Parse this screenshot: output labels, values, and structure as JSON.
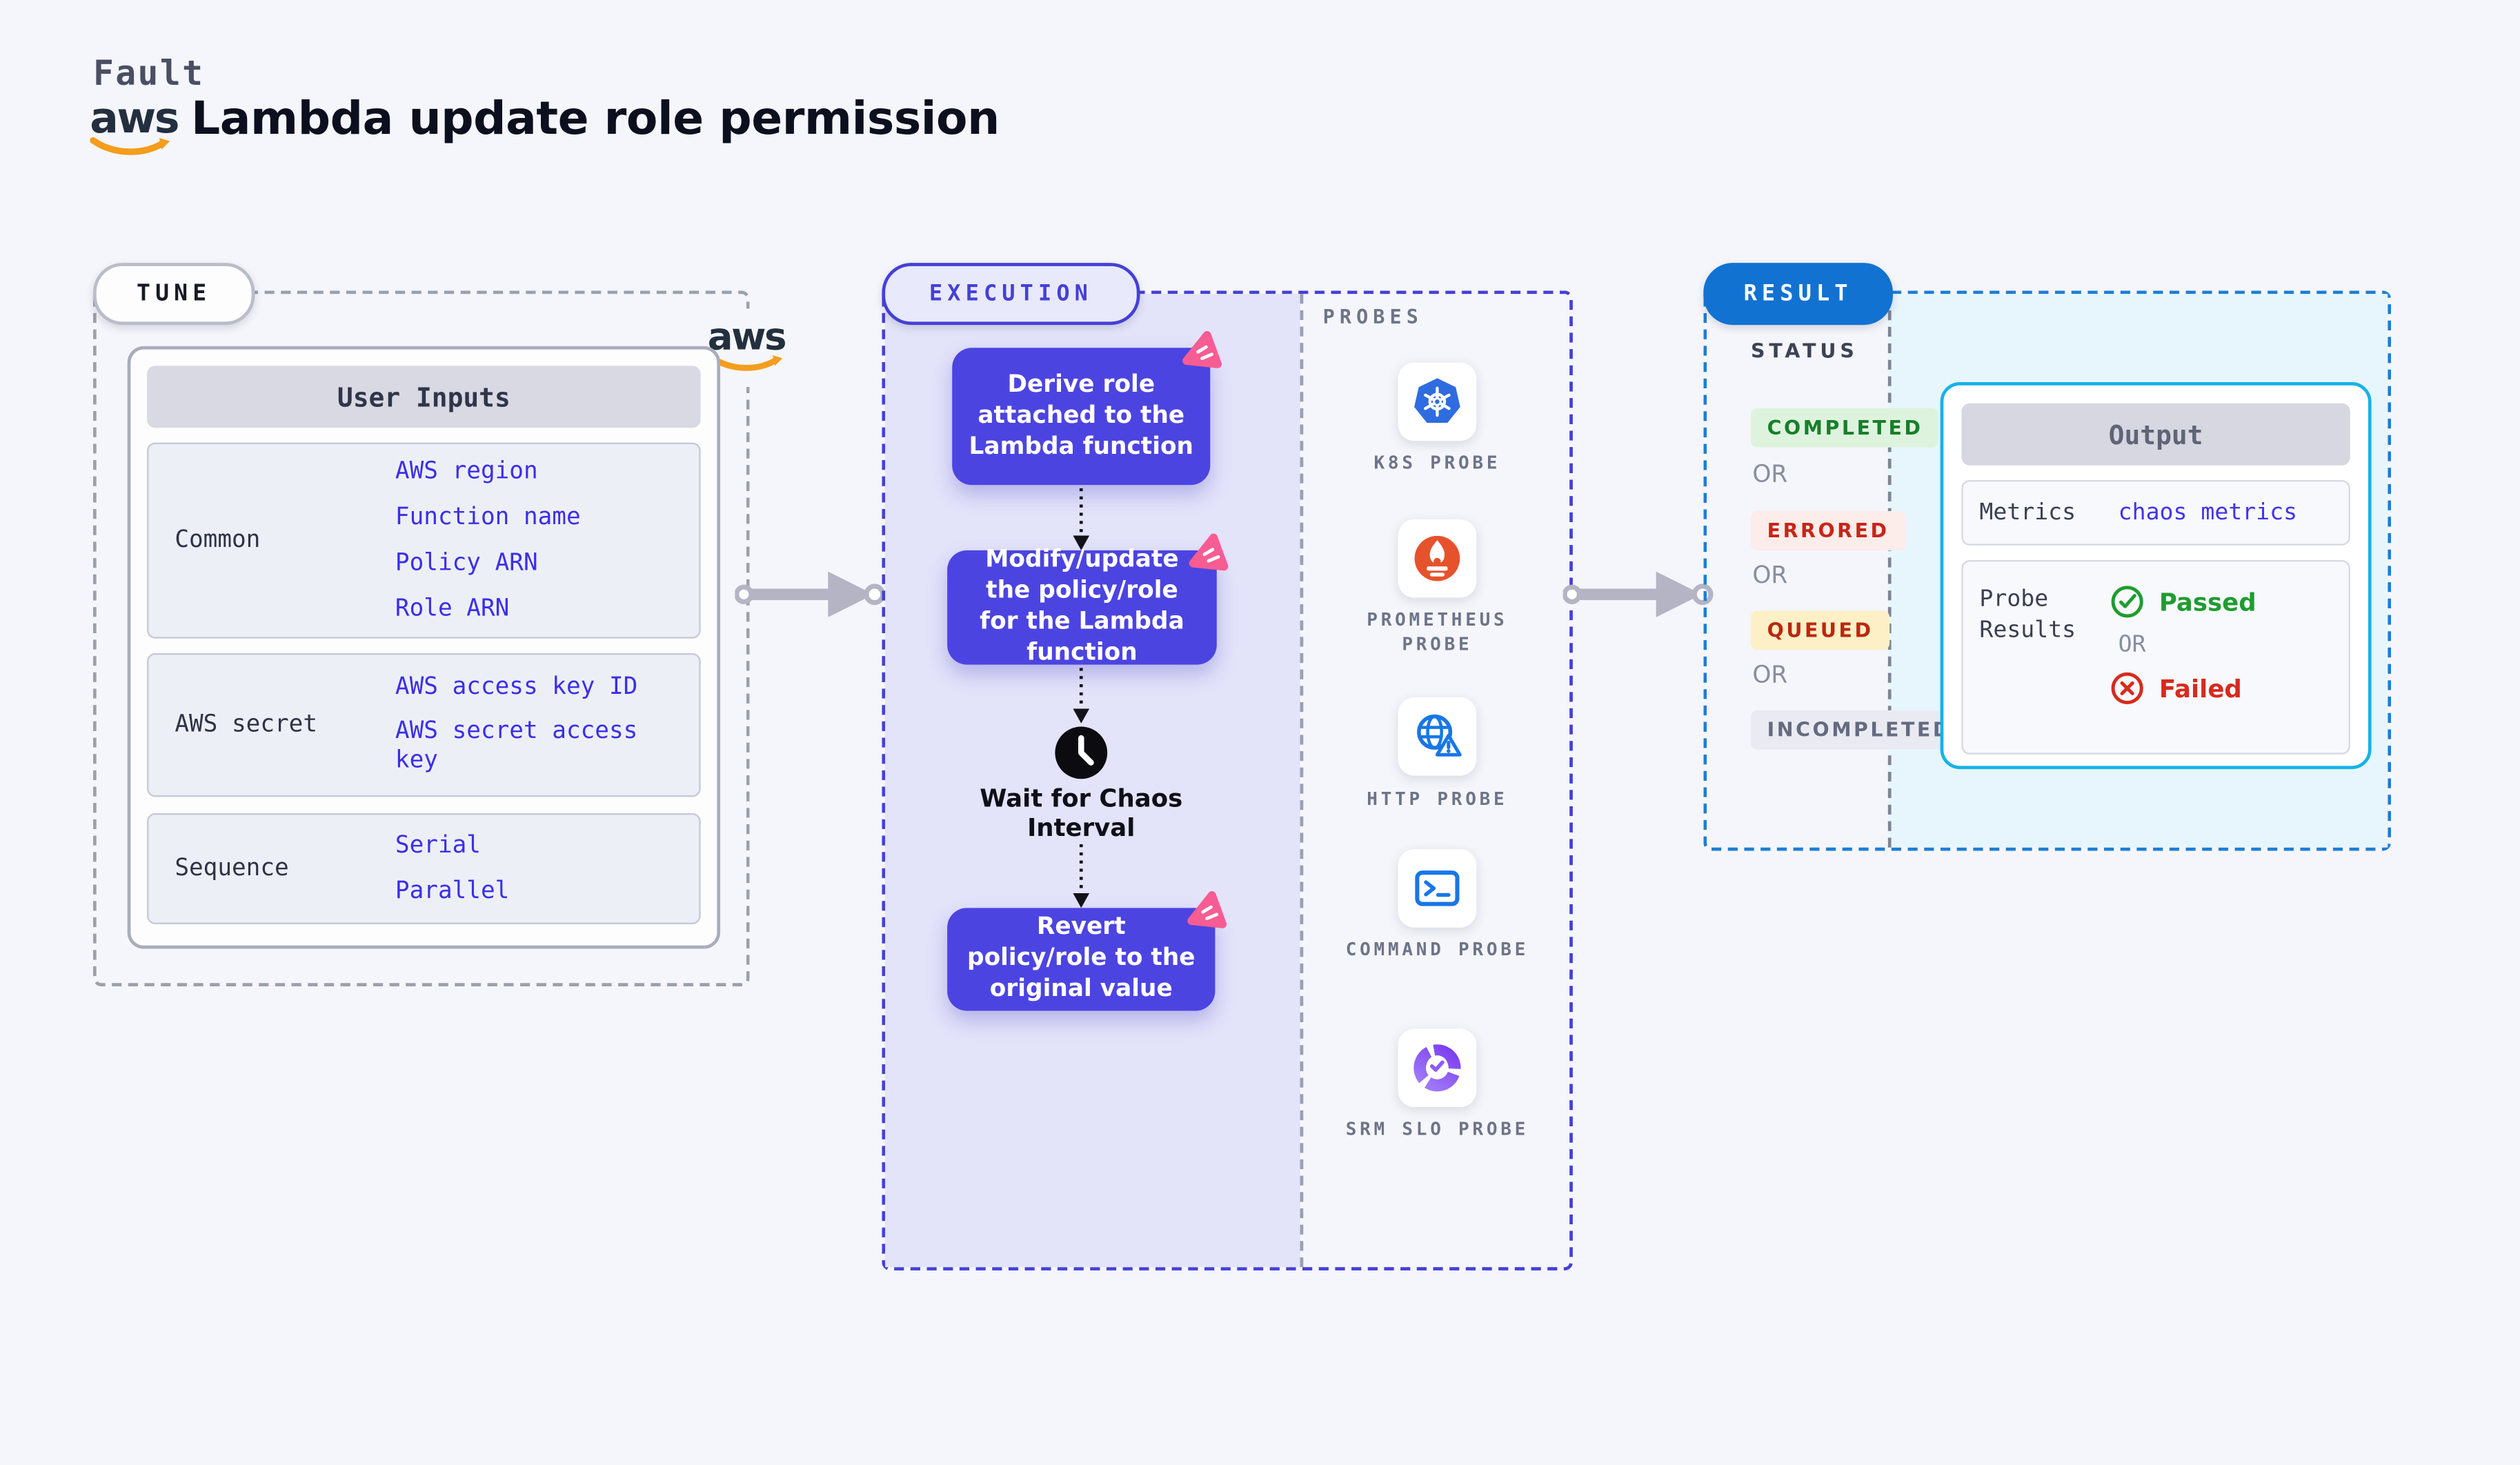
{
  "header": {
    "eyebrow": "Fault",
    "title": "Lambda update role permission",
    "aws_logo_text": "aws"
  },
  "tune": {
    "badge": "TUNE",
    "table": {
      "header": "User Inputs",
      "rows": [
        {
          "label": "Common",
          "links": [
            "AWS region",
            "Function name",
            "Policy ARN",
            "Role ARN"
          ]
        },
        {
          "label": "AWS secret",
          "links": [
            "AWS access key ID",
            "AWS secret access key"
          ]
        },
        {
          "label": "Sequence",
          "links": [
            "Serial",
            "Parallel"
          ]
        }
      ]
    }
  },
  "execution": {
    "badge": "EXECUTION",
    "steps": [
      "Derive role attached to the Lambda function",
      "Modify/update the policy/role for the Lambda function",
      "Revert policy/role to the original value"
    ],
    "wait_label": "Wait for Chaos Interval",
    "probes": {
      "title": "PROBES",
      "items": [
        {
          "label": "K8S PROBE",
          "icon": "kubernetes-icon"
        },
        {
          "label": "PROMETHEUS PROBE",
          "icon": "prometheus-icon"
        },
        {
          "label": "HTTP PROBE",
          "icon": "globe-warning-icon"
        },
        {
          "label": "COMMAND PROBE",
          "icon": "terminal-icon"
        },
        {
          "label": "SRM SLO PROBE",
          "icon": "slo-donut-icon"
        }
      ]
    }
  },
  "result": {
    "badge": "RESULT",
    "status_header": "STATUS",
    "or_label": "OR",
    "statuses": [
      {
        "label": "COMPLETED",
        "type": "success"
      },
      {
        "label": "ERRORED",
        "type": "error"
      },
      {
        "label": "QUEUED",
        "type": "warning"
      },
      {
        "label": "INCOMPLETED",
        "type": "neutral"
      }
    ],
    "output": {
      "header": "Output",
      "metrics_label": "Metrics",
      "metrics_link": "chaos metrics",
      "probe_results_label": "Probe Results",
      "passed": "Passed",
      "or_label": "OR",
      "failed": "Failed"
    }
  },
  "colors": {
    "page_bg": "#f5f6fb",
    "accent_indigo": "#4540d6",
    "step_purple": "#4c44e0",
    "lavender_panel": "#e3e3fa",
    "link_indigo": "#3b2fe8",
    "result_blue": "#1272d2",
    "cyan_border": "#16b2e8",
    "cyan_panel": "#e7f6fd",
    "success_green": "#1f9c31",
    "error_red": "#c7251a",
    "queued_bg": "#fdf0c6",
    "neutral_gray": "#646a80",
    "arrow_gray": "#b4b4c4",
    "chaos_pink": "#f75d92",
    "aws_orange": "#f49d1e"
  }
}
